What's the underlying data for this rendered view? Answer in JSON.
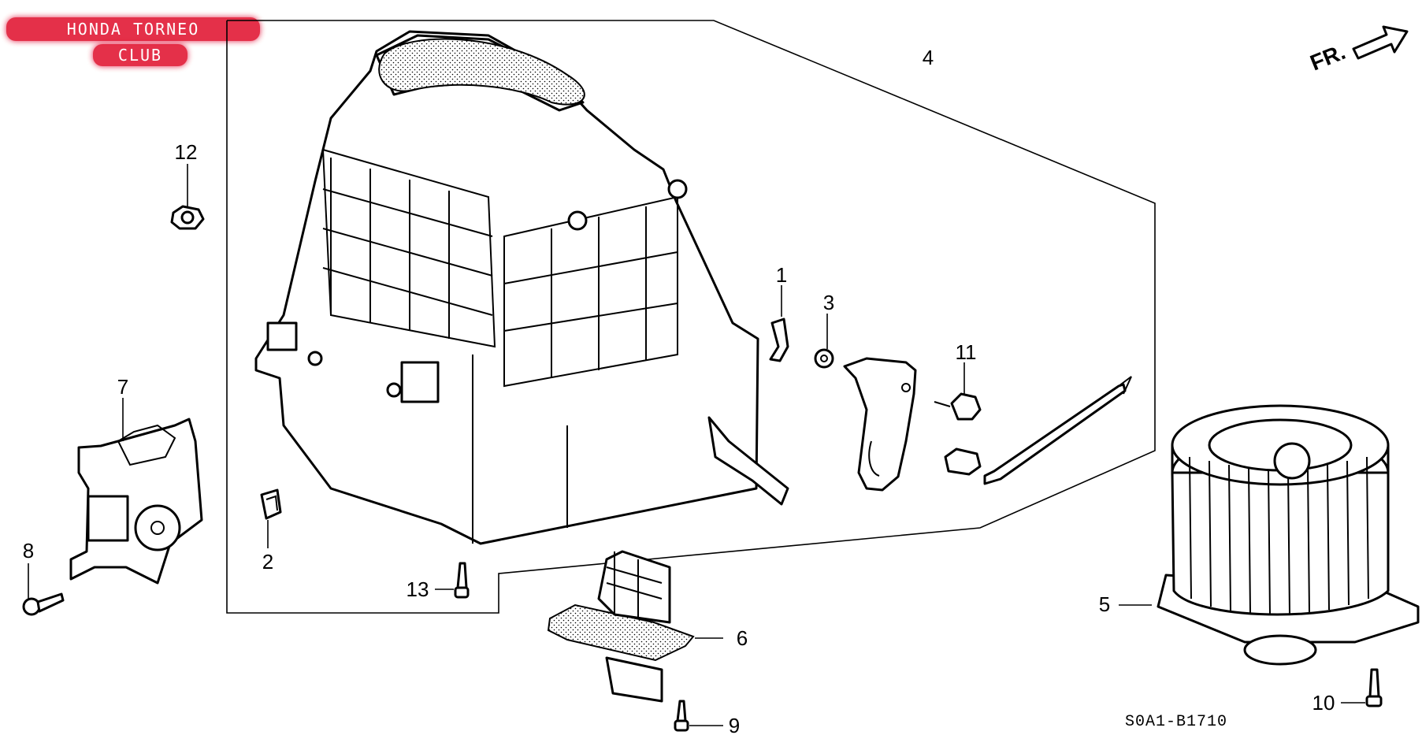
{
  "logo": {
    "line1": "HONDA TORNEO",
    "line2": "CLUB",
    "glow_color": "#e0102a"
  },
  "direction_indicator": {
    "label": "FR."
  },
  "diagram_code": "S0A1-B1710",
  "callouts": [
    {
      "id": "1",
      "label": "1"
    },
    {
      "id": "2",
      "label": "2"
    },
    {
      "id": "3",
      "label": "3"
    },
    {
      "id": "4",
      "label": "4"
    },
    {
      "id": "5",
      "label": "5"
    },
    {
      "id": "6",
      "label": "6"
    },
    {
      "id": "7",
      "label": "7"
    },
    {
      "id": "8",
      "label": "8"
    },
    {
      "id": "9",
      "label": "9"
    },
    {
      "id": "10",
      "label": "10"
    },
    {
      "id": "11",
      "label": "11"
    },
    {
      "id": "12",
      "label": "12"
    },
    {
      "id": "13",
      "label": "13"
    }
  ]
}
